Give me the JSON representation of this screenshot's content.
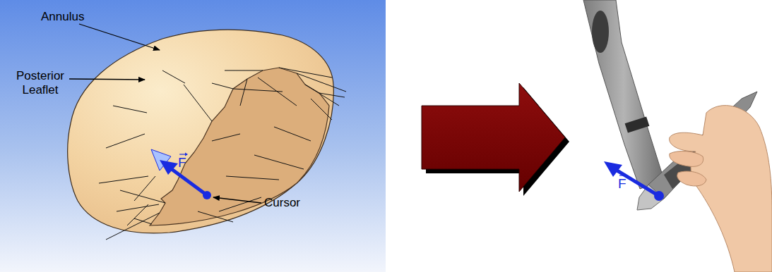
{
  "diagram": {
    "labels": [
      "Annulus",
      "Posterior Leaflet",
      "Cursor",
      "F",
      "F"
    ]
  }
}
